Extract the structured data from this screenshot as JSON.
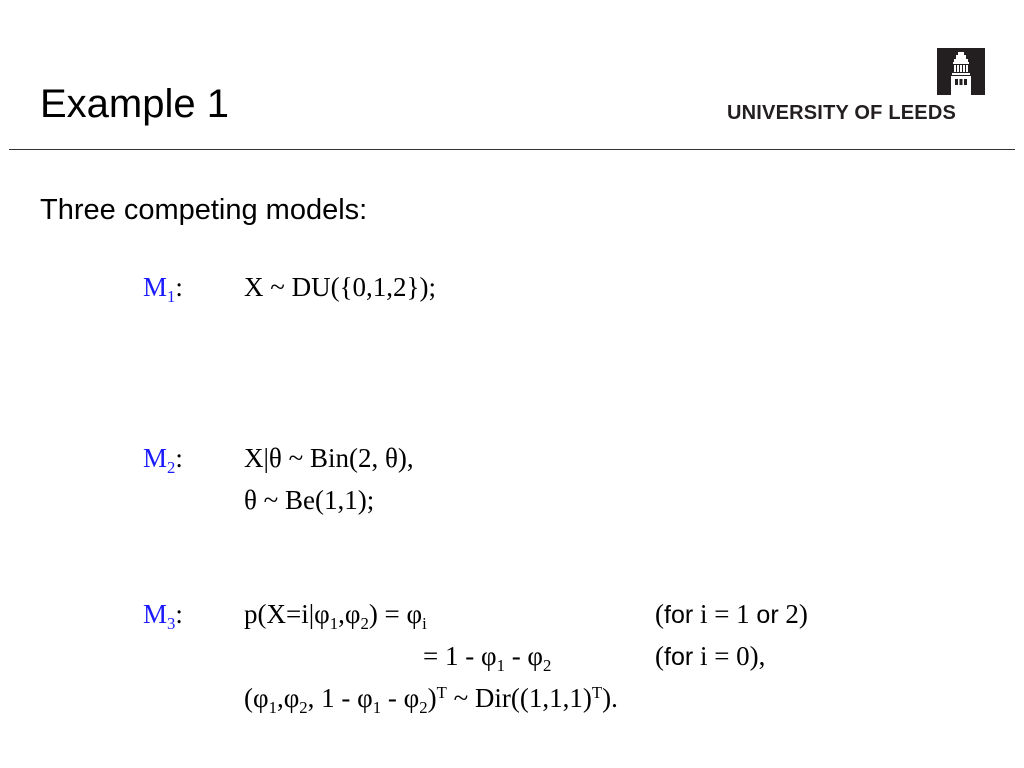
{
  "header": {
    "title": "Example 1",
    "logo_text": "UNIVERSITY OF LEEDS",
    "logo_icon": "university-tower-icon"
  },
  "intro": "Three competing models:",
  "models": {
    "m1": {
      "label": "M",
      "sub": "1",
      "colon": ":",
      "spec": "X ~ DU({0,1,2});"
    },
    "m2": {
      "label": "M",
      "sub": "2",
      "colon": ":",
      "line1": "X|θ ~ Bin(2, θ),",
      "line2": "θ ~ Be(1,1);"
    },
    "m3": {
      "label": "M",
      "sub": "3",
      "colon": ":",
      "eq1_parts": [
        "p(X=i|φ",
        "1",
        ",φ",
        "2",
        ") = φ",
        "i"
      ],
      "eq2_parts": [
        "= 1 - φ",
        "1",
        " - φ",
        "2"
      ],
      "note1_parts": [
        "(",
        "for",
        " i = 1 ",
        "or",
        " 2)"
      ],
      "note2_parts": [
        "(",
        "for",
        " i = 0),"
      ],
      "eq3_parts": [
        "(φ",
        "1",
        ",φ",
        "2",
        ", 1 - φ",
        "1",
        " - φ",
        "2",
        ")",
        "T",
        " ~ Dir((1,1,1)",
        "T",
        ")."
      ]
    }
  },
  "colors": {
    "model_label": "#1a1aff",
    "text": "#000000",
    "logo": "#231f20"
  }
}
